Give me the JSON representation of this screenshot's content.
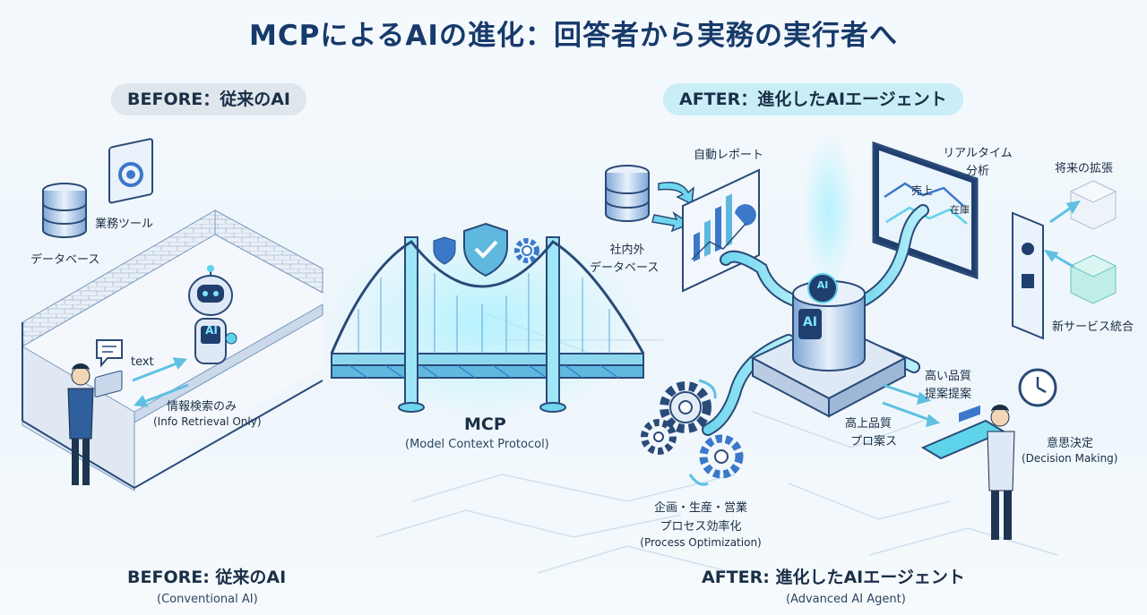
{
  "title": "MCPによるAIの進化：回答者から実務の実行者へ",
  "before": {
    "pill": "BEFORE：従来のAI",
    "database_label": "データベース",
    "tool_label": "業務ツール",
    "text_label": "text",
    "retrieval_label": "情報検索のみ",
    "retrieval_sub": "(Info Retrieval Only)",
    "robot_badge": "AI",
    "footer_title": "BEFORE: 従来のAI",
    "footer_sub": "(Conventional AI)"
  },
  "mcp": {
    "label": "MCP",
    "sub": "(Model Context Protocol)"
  },
  "after": {
    "pill": "AFTER：進化したAIエージェント",
    "db_label_1": "社内外",
    "db_label_2": "データベース",
    "report_label": "自動レポート",
    "realtime_label_1": "リアルタイム",
    "realtime_label_2": "分析",
    "realtime_screen_1": "売上",
    "realtime_screen_2": "在庫",
    "future_label": "将来の拡張",
    "new_service_label": "新サービス統合",
    "quality_label_1": "高い品質",
    "quality_label_2": "提案提案",
    "quality2_label_1": "高上品質",
    "quality2_label_2": "プロ案ス",
    "decision_label": "意思決定",
    "decision_sub": "(Decision Making)",
    "process_label_1": "企画・生産・営業",
    "process_label_2": "プロセス効率化",
    "process_sub": "(Process Optimization)",
    "ai_top": "AI",
    "ai_front": "AI",
    "footer_title": "AFTER: 進化したAIエージェント",
    "footer_sub": "(Advanced AI Agent)"
  },
  "colors": {
    "title": "#173a6b",
    "accent_cyan": "#5fd3ea",
    "accent_blue": "#3b78c9",
    "line": "#2a4a78"
  }
}
